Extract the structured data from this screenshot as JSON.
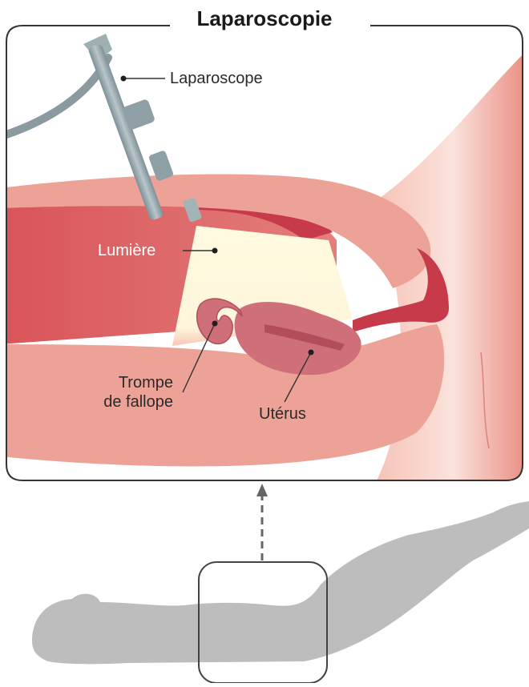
{
  "title": "Laparoscopie",
  "labels": {
    "laparoscope": "Laparoscope",
    "lumiere": "Lumière",
    "trompe_line1": "Trompe",
    "trompe_line2": "de fallope",
    "uterus": "Utérus"
  }
}
